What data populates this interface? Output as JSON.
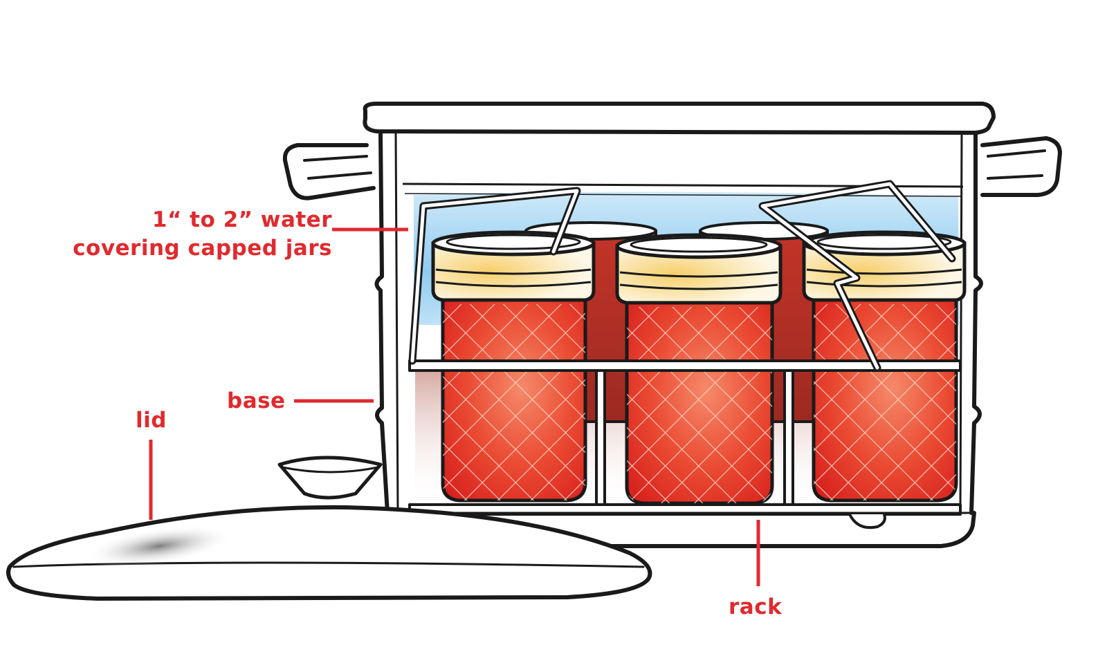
{
  "labels": {
    "water_line1": "1“ to 2” water",
    "water_line2": "covering capped jars",
    "base": "base",
    "lid": "lid",
    "rack": "rack"
  },
  "colors": {
    "label_red": "#e02a2e",
    "outline": "#1a1a1a",
    "jam": "#e8392c",
    "jam_highlight": "#f46a4f",
    "water": "#a9d6f2",
    "band": "#f4d57a",
    "lid_shade": "#8a8a8a"
  }
}
